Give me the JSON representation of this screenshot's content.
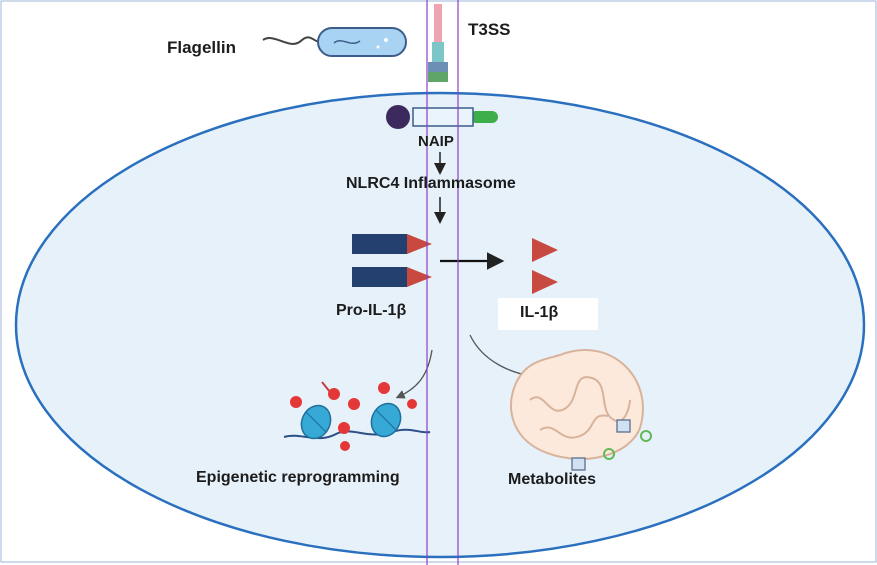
{
  "labels": {
    "flagellin": "Flagellin",
    "t3ss": "T3SS",
    "naip": "NAIP",
    "nlrc4": "NLRC4 Inflammasome",
    "pro_il1b": "Pro-IL-1β",
    "il1b": "IL-1β",
    "epigenetic": "Epigenetic reprogramming",
    "metabolites": "Metabolites"
  },
  "colors": {
    "cell_fill": "#e6f1fa",
    "cell_border": "#2a70bf",
    "pro_domain": "#24406e",
    "mature_domain": "#c8493f",
    "bacterium": "#a8d3f2",
    "mitochondria": "#fce9dc",
    "naip_purple": "#3c2a5e",
    "naip_green": "#3eae4a"
  }
}
